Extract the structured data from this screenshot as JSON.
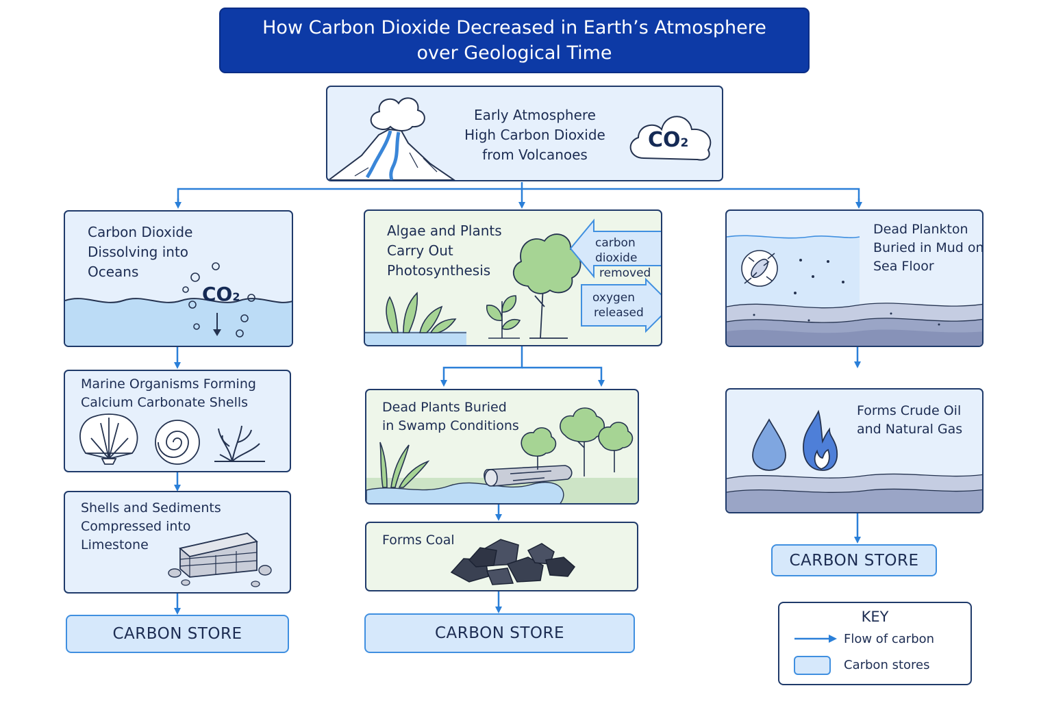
{
  "title": {
    "line1": "How Carbon Dioxide Decreased in Earth’s Atmosphere",
    "line2": "over Geological Time"
  },
  "top": {
    "lines": [
      "Early Atmosphere",
      "High Carbon Dioxide",
      "from Volcanoes"
    ],
    "co2": "CO",
    "sub": "2"
  },
  "left": {
    "dissolve": {
      "lines": [
        "Carbon Dioxide",
        "Dissolving into",
        "Oceans"
      ],
      "co2": "CO",
      "sub": "2"
    },
    "shells": {
      "lines": [
        "Marine Organisms Forming",
        "Calcium Carbonate Shells"
      ]
    },
    "limestone": {
      "lines": [
        "Shells and Sediments",
        "Compressed into",
        "Limestone"
      ]
    },
    "store": "CARBON STORE"
  },
  "middle": {
    "photo": {
      "lines": [
        "Algae and Plants",
        "Carry Out",
        "Photosynthesis"
      ],
      "removed": [
        "carbon dioxide",
        "removed"
      ],
      "released": [
        "oxygen",
        "released"
      ]
    },
    "swamp": {
      "lines": [
        "Dead Plants Buried",
        "in Swamp Conditions"
      ]
    },
    "coal": {
      "lines": [
        "Forms Coal"
      ]
    },
    "store": "CARBON STORE"
  },
  "right": {
    "plankton": {
      "lines": [
        "Dead Plankton",
        "Buried in Mud on",
        "Sea Floor"
      ]
    },
    "oil": {
      "lines": [
        "Forms Crude Oil",
        "and Natural Gas"
      ]
    },
    "store": "CARBON STORE"
  },
  "key": {
    "title": "KEY",
    "flow": "Flow of carbon",
    "stores": "Carbon stores"
  },
  "colors": {
    "title_bg": "#0d3aa6",
    "arrow": "#2a7fd8",
    "store_bg": "#d6e8fb",
    "water": "#bcdcf6"
  }
}
